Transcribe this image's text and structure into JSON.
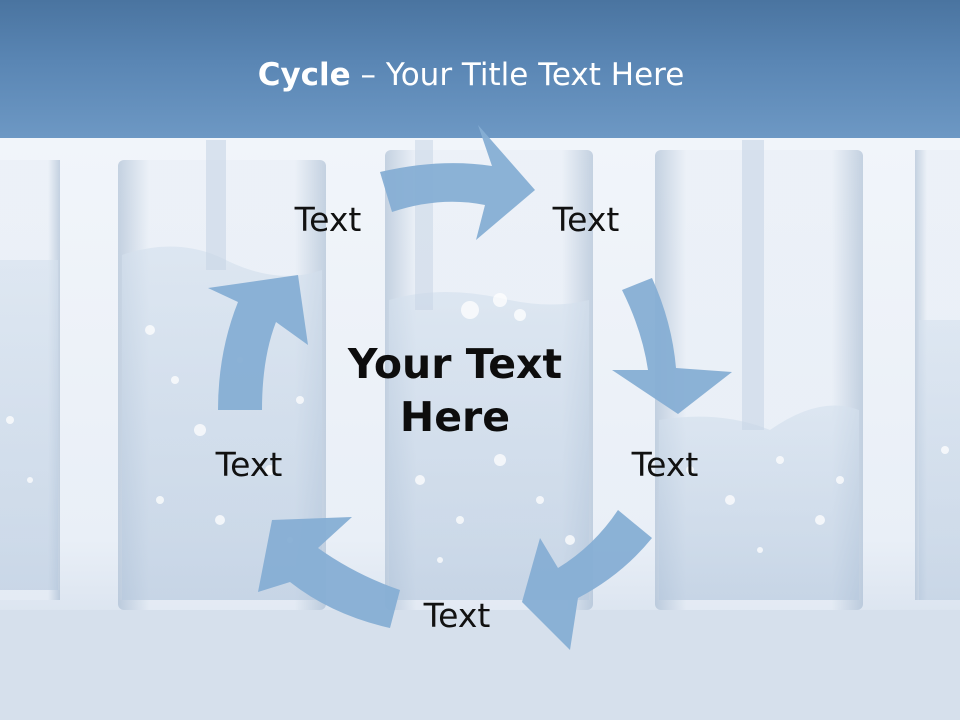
{
  "title": {
    "bold": "Cycle",
    "rest": " – Your Title Text Here"
  },
  "center_text": {
    "line1": "Your Text",
    "line2": "Here"
  },
  "cycle_labels": [
    "Text",
    "Text",
    "Text",
    "Text",
    "Text"
  ],
  "colors": {
    "header": "#5a86b4",
    "arrow": "#86aed4",
    "text": "#111111",
    "title_text": "#ffffff"
  }
}
